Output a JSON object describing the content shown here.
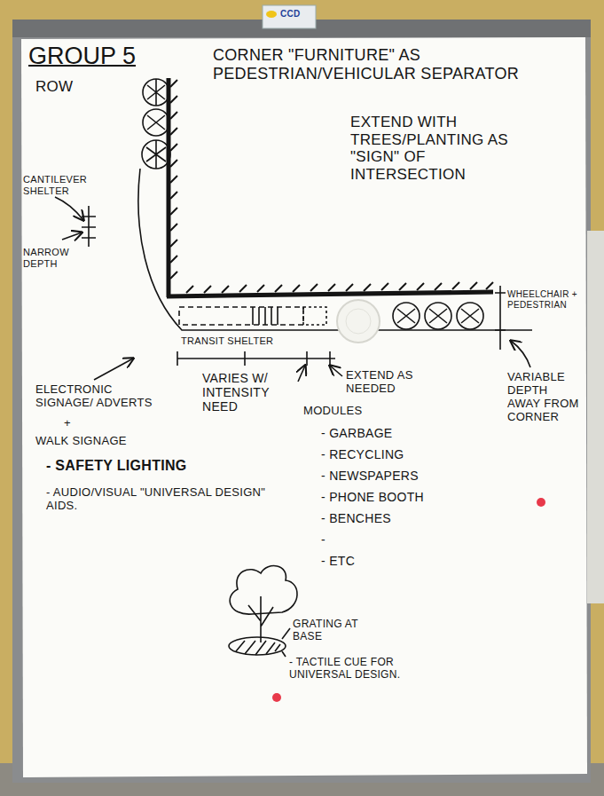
{
  "diagram": {
    "title": "GROUP 5",
    "labels": [
      "CORNER \"FURNITURE\" AS PEDESTRIAN/VEHICULAR SEPARATOR",
      "ROW",
      "EXTEND WITH TREES/PLANTING AS \"SIGN\" OF INTERSECTION",
      "CANTILEVER SHELTER",
      "NARROW DEPTH",
      "WHEELCHAIR + PEDESTRIAN",
      "TRANSIT SHELTER",
      "VARIES W/ INTENSITY NEED",
      "EXTEND AS NEEDED",
      "MODULES",
      "- GARBAGE",
      "- RECYCLING",
      "- NEWSPAPERS",
      "- PHONE BOOTH",
      "- BENCHES",
      "-",
      "- ETC",
      "VARIABLE DEPTH AWAY FROM CORNER",
      "ELECTRONIC SIGNAGE/ ADVERTS",
      "+",
      "WALK SIGNAGE",
      "- SAFETY LIGHTING",
      "- AUDIO/VISUAL \"UNIVERSAL DESIGN\" AIDS.",
      "GRATING AT BASE",
      "- TACTILE CUE FOR UNIVERSAL DESIGN.",
      "CCD"
    ]
  }
}
